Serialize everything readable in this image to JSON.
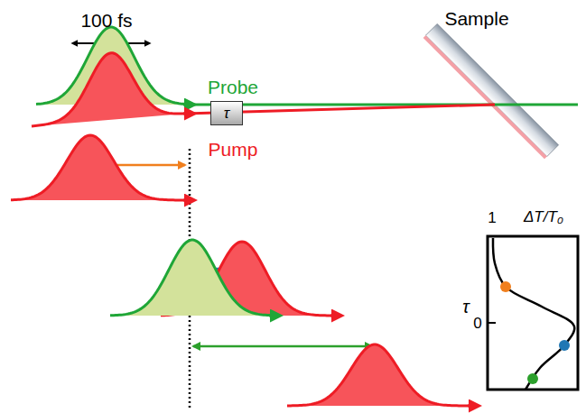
{
  "diagram": {
    "nodes": [
      {
        "text": [
          "τ"
        ]
      }
    ],
    "labels": [
      "100 fs",
      "Sample",
      "Probe",
      "Pump",
      "ΔT/T₀",
      "1",
      "τ",
      "0"
    ]
  }
}
